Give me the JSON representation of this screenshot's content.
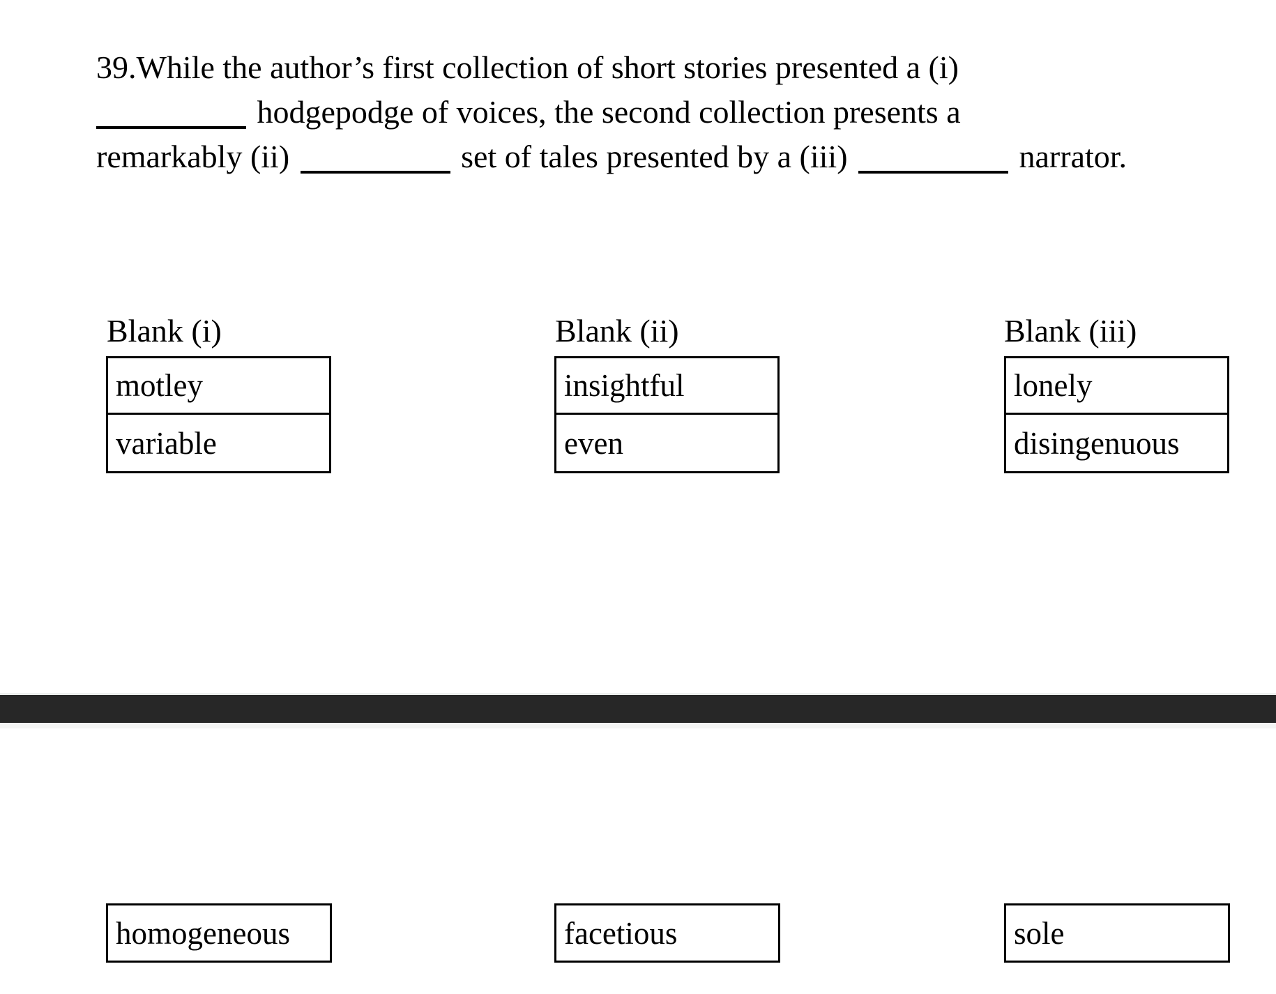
{
  "question": {
    "line1": "39.While the author’s first collection of short stories presented a (i)",
    "line2_after_blank": "hodgepodge of voices, the second collection presents a",
    "line3_before_blank": "remarkably (ii)",
    "line3_between_blanks": "set of tales presented by a (iii)",
    "line3_after_blank": "narrator."
  },
  "columns": [
    {
      "header": "Blank (i)",
      "options": [
        "motley",
        "variable"
      ],
      "bottom_option": "homogeneous"
    },
    {
      "header": "Blank (ii)",
      "options": [
        "insightful",
        "even"
      ],
      "bottom_option": "facetious"
    },
    {
      "header": "Blank (iii)",
      "options": [
        "lonely",
        "disingenuous"
      ],
      "bottom_option": "sole"
    }
  ],
  "colors": {
    "page_background": "#ffffff",
    "divider_bar": "#272727",
    "box_border": "#000000",
    "text": "#000000"
  }
}
